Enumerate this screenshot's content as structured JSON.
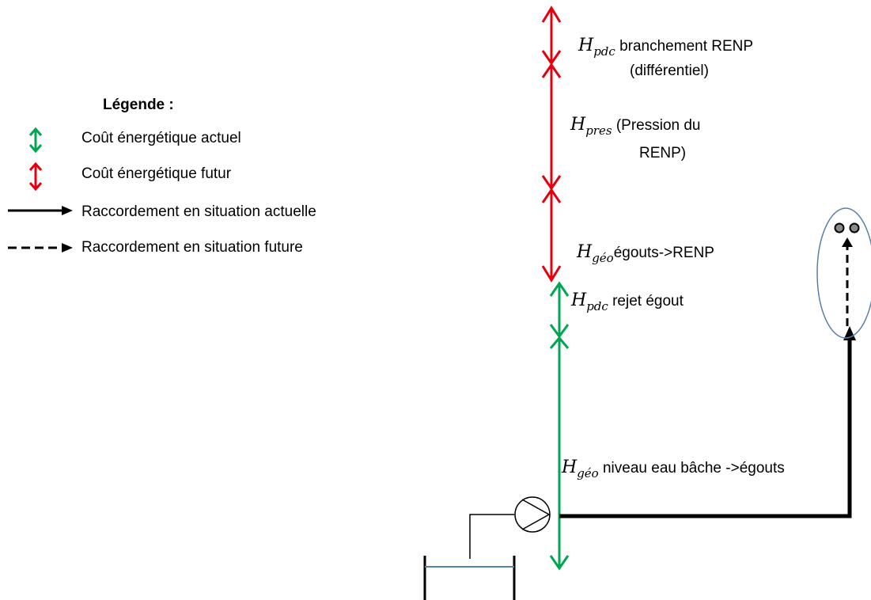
{
  "legend": {
    "title": "Légende :",
    "items": [
      {
        "label": "Coût énergétique actuel",
        "color": "#00a651"
      },
      {
        "label": "Coût énergétique futur",
        "color": "#e3000f"
      },
      {
        "label": "Raccordement en situation actuelle",
        "color": "#000000"
      },
      {
        "label": "Raccordement en situation future",
        "color": "#000000"
      }
    ]
  },
  "annotations": {
    "pdc_branchement": {
      "var": "H",
      "sub": "pdc",
      "line1": " branchement RENP",
      "line2": "(différentiel)"
    },
    "pres": {
      "var": "H",
      "sub": "pres",
      "line1": " (Pression du",
      "line2": "RENP)"
    },
    "geo_egouts_renp": {
      "var": "H",
      "sub": "géo",
      "line1": "égouts->RENP"
    },
    "pdc_rejet": {
      "var": "H",
      "sub": "pdc",
      "line1": " rejet égout"
    },
    "geo_niveau": {
      "var": "H",
      "sub": "géo",
      "line1": " niveau eau bâche ->égouts"
    }
  },
  "colors": {
    "green": "#00a651",
    "red": "#e3000f",
    "black": "#000000",
    "ellipse": "#5b7fa8",
    "tank_water": "#4f81bd"
  }
}
